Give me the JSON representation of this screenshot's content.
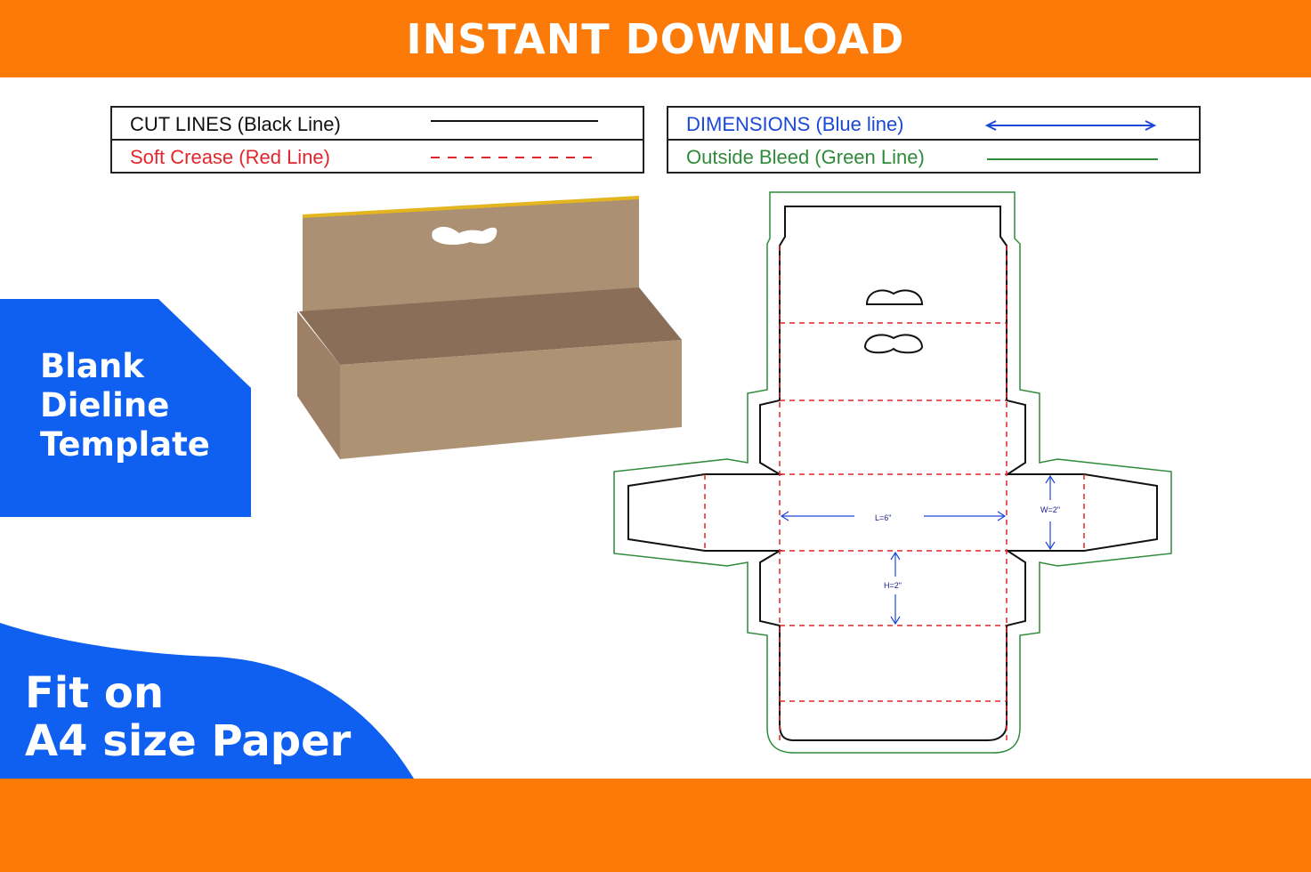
{
  "banner": {
    "title": "INSTANT DOWNLOAD"
  },
  "legend": {
    "cut_lines": "CUT LINES (Black Line)",
    "soft_crease": "Soft Crease (Red Line)",
    "dimensions": "DIMENSIONS (Blue line)",
    "outside_bleed": "Outside Bleed (Green Line)"
  },
  "badge": {
    "line1": "Blank",
    "line2": "Dieline",
    "line3": "Template"
  },
  "fit": {
    "line1": "Fit on",
    "line2": "A4 size Paper"
  },
  "dieline": {
    "length": "L=6\"",
    "width": "W=2\"",
    "height": "H=2\""
  },
  "colors": {
    "banner": "#fb7a08",
    "accent_blue": "#0f5ff0",
    "cut": "#111111",
    "crease": "#e0262b",
    "dimension": "#1b48d8",
    "bleed": "#2f8a3a",
    "kraft": "#ad9173"
  }
}
